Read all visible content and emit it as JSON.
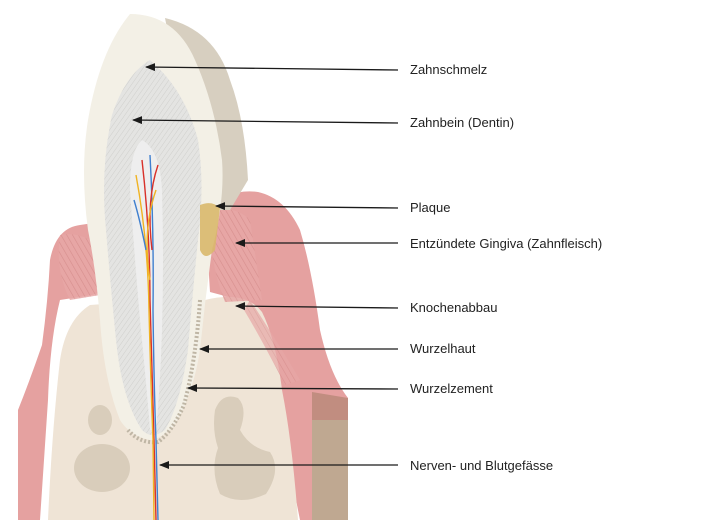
{
  "labels": [
    {
      "id": "enamel",
      "text": "Zahnschmelz"
    },
    {
      "id": "dentin",
      "text": "Zahnbein (Dentin)"
    },
    {
      "id": "plaque",
      "text": "Plaque"
    },
    {
      "id": "gingiva",
      "text": "Entzündete Gingiva (Zahnfleisch)"
    },
    {
      "id": "bone-loss",
      "text": "Knochenabbau"
    },
    {
      "id": "periodontium",
      "text": "Wurzelhaut"
    },
    {
      "id": "cementum",
      "text": "Wurzelzement"
    },
    {
      "id": "nerves-vessels",
      "text": "Nerven- und Blutgefässe"
    }
  ],
  "colors": {
    "enamel": "#f3f0e6",
    "enamel_shadow": "#d7cfc0",
    "dentin": "#e2e2e0",
    "pulp": "#eeeeee",
    "gum": "#e5a1a0",
    "gum_dark": "#c97e7d",
    "bone": "#efe4d6",
    "bone_cavity": "#d9cdbb",
    "plaque": "#d9b86c",
    "nerve": "#f0b323",
    "artery": "#d8312a",
    "vein": "#3f7fcf",
    "arrow": "#1a1a1a"
  }
}
